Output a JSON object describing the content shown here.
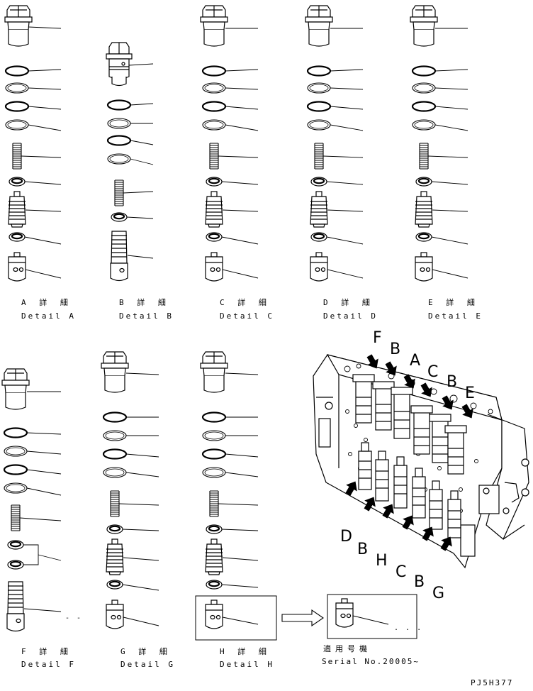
{
  "details": [
    {
      "jp": "A 詳 細",
      "en": "Detail A"
    },
    {
      "jp": "B 詳 細",
      "en": "Detail B"
    },
    {
      "jp": "C 詳 細",
      "en": "Detail C"
    },
    {
      "jp": "D 詳 細",
      "en": "Detail D"
    },
    {
      "jp": "E 詳 細",
      "en": "Detail E"
    },
    {
      "jp": "F 詳 細",
      "en": "Detail F"
    },
    {
      "jp": "G 詳 細",
      "en": "Detail G"
    },
    {
      "jp": "H 詳 細",
      "en": "Detail H"
    }
  ],
  "serial": {
    "jp": "適用号機",
    "en": "Serial No.20005~"
  },
  "callouts": {
    "top": [
      "F",
      "B",
      "A",
      "C",
      "B",
      "E"
    ],
    "bottom": [
      "D",
      "B",
      "H",
      "C",
      "B",
      "G"
    ]
  },
  "drawing_code": "PJ5H377"
}
